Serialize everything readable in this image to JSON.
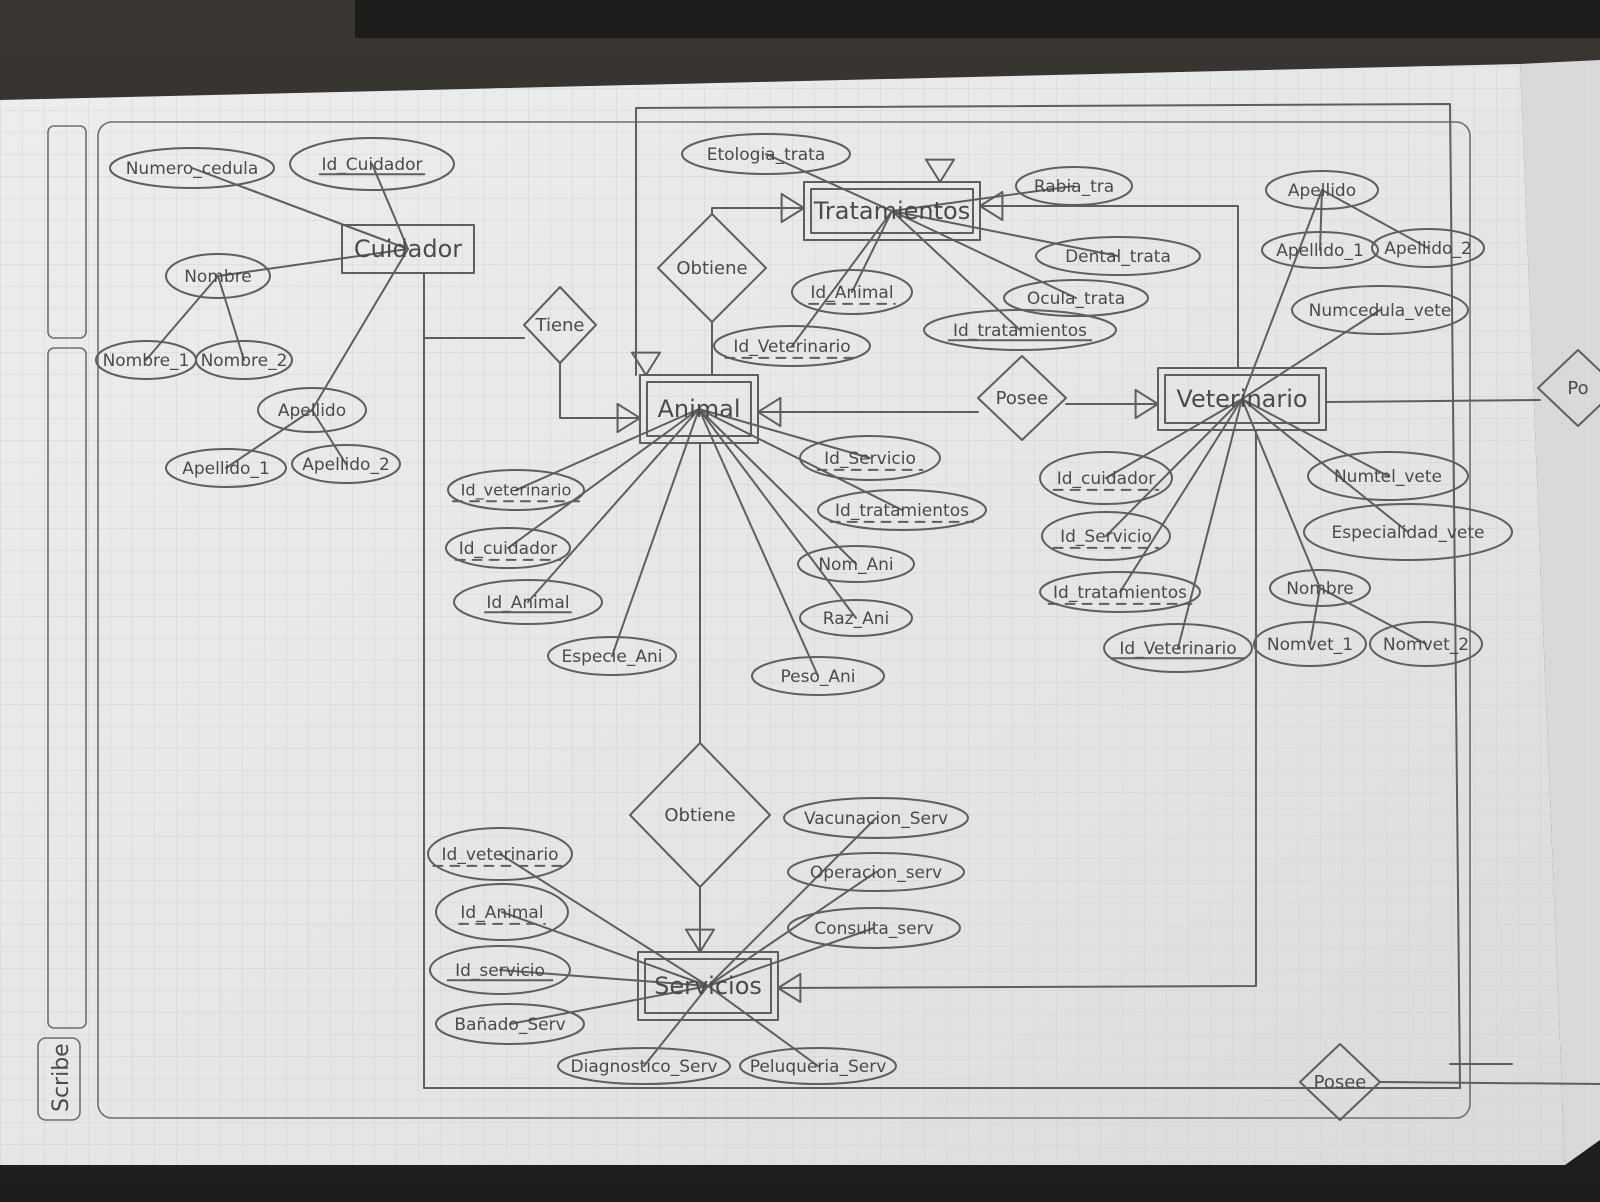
{
  "entities": [
    {
      "key": "cuidador",
      "label": "Cuidador"
    },
    {
      "key": "tratamientos",
      "label": "Tratamientos"
    },
    {
      "key": "animal",
      "label": "Animal"
    },
    {
      "key": "veterinario",
      "label": "Veterinario"
    },
    {
      "key": "servicios",
      "label": "Servicios"
    }
  ],
  "relationships": [
    {
      "key": "tiene",
      "label": "Tiene"
    },
    {
      "key": "obtiene_trat",
      "label": "Obtiene"
    },
    {
      "key": "posee_animal_vet",
      "label": "Posee"
    },
    {
      "key": "obtiene_serv",
      "label": "Obtiene"
    },
    {
      "key": "posee_bottom",
      "label": "Posee"
    },
    {
      "key": "posee_edge",
      "label": "Po"
    }
  ],
  "attributes": [
    {
      "key": "numero_cedula",
      "label": "Numero_cedula"
    },
    {
      "key": "id_cuidador_pk",
      "label": "Id_Cuidador"
    },
    {
      "key": "nombre_cuid",
      "label": "Nombre"
    },
    {
      "key": "nombre_1_cuid",
      "label": "Nombre_1"
    },
    {
      "key": "nombre_2_cuid",
      "label": "Nombre_2"
    },
    {
      "key": "apellido_cuid",
      "label": "Apellido"
    },
    {
      "key": "apellido_1_cuid",
      "label": "Apellido_1"
    },
    {
      "key": "apellido_2_cuid",
      "label": "Apellido_2"
    },
    {
      "key": "etologia_trata",
      "label": "Etologia_trata"
    },
    {
      "key": "rabia_trata",
      "label": "Rabia_tra"
    },
    {
      "key": "dental_trata",
      "label": "Dental_trata"
    },
    {
      "key": "ocula_trata",
      "label": "Ocula_trata"
    },
    {
      "key": "id_animal_trat",
      "label": "Id_Animal"
    },
    {
      "key": "id_veterinario_trat",
      "label": "Id_Veterinario"
    },
    {
      "key": "id_tratamientos_pk",
      "label": "Id_tratamientos"
    },
    {
      "key": "id_veterinario_ani",
      "label": "Id_veterinario"
    },
    {
      "key": "id_cuidador_ani",
      "label": "Id_cuidador"
    },
    {
      "key": "id_animal_pk",
      "label": "Id_Animal"
    },
    {
      "key": "especie_ani",
      "label": "Especie_Ani"
    },
    {
      "key": "id_servicio_ani",
      "label": "Id_Servicio"
    },
    {
      "key": "id_tratamientos_ani",
      "label": "Id_tratamientos"
    },
    {
      "key": "nom_ani",
      "label": "Nom_Ani"
    },
    {
      "key": "raz_ani",
      "label": "Raz_Ani"
    },
    {
      "key": "peso_ani",
      "label": "Peso_Ani"
    },
    {
      "key": "apellido_vet",
      "label": "Apellido"
    },
    {
      "key": "apellido_1_vet",
      "label": "Apellido_1"
    },
    {
      "key": "apellido_2_vet",
      "label": "Apellido_2"
    },
    {
      "key": "numcedula_vet",
      "label": "Numcedula_vete"
    },
    {
      "key": "numtel_vet",
      "label": "Numtel_vete"
    },
    {
      "key": "especialidad_vet",
      "label": "Especialidad_vete"
    },
    {
      "key": "nombre_vet",
      "label": "Nombre"
    },
    {
      "key": "nombre_1_vet",
      "label": "Nomvet_1"
    },
    {
      "key": "nombre_2_vet",
      "label": "Nomvet_2"
    },
    {
      "key": "id_cuidador_vet",
      "label": "Id_cuidador"
    },
    {
      "key": "id_servicio_vet",
      "label": "Id_Servicio"
    },
    {
      "key": "id_tratamientos_vet",
      "label": "Id_tratamientos"
    },
    {
      "key": "id_veterinario_pk",
      "label": "Id_Veterinario"
    },
    {
      "key": "vacunacion_serv",
      "label": "Vacunacion_Serv"
    },
    {
      "key": "operacion_serv",
      "label": "Operacion_serv"
    },
    {
      "key": "consulta_serv",
      "label": "Consulta_serv"
    },
    {
      "key": "id_veterinario_serv",
      "label": "Id_veterinario"
    },
    {
      "key": "id_animal_serv",
      "label": "Id_Animal"
    },
    {
      "key": "id_servicio_pk",
      "label": "Id_servicio"
    },
    {
      "key": "banado_serv",
      "label": "Bañado_Serv"
    },
    {
      "key": "diagnostico_serv",
      "label": "Diagnostico_Serv"
    },
    {
      "key": "peluqueria_serv",
      "label": "Peluqueria_Serv"
    }
  ],
  "margin_stamp": "Scribe"
}
